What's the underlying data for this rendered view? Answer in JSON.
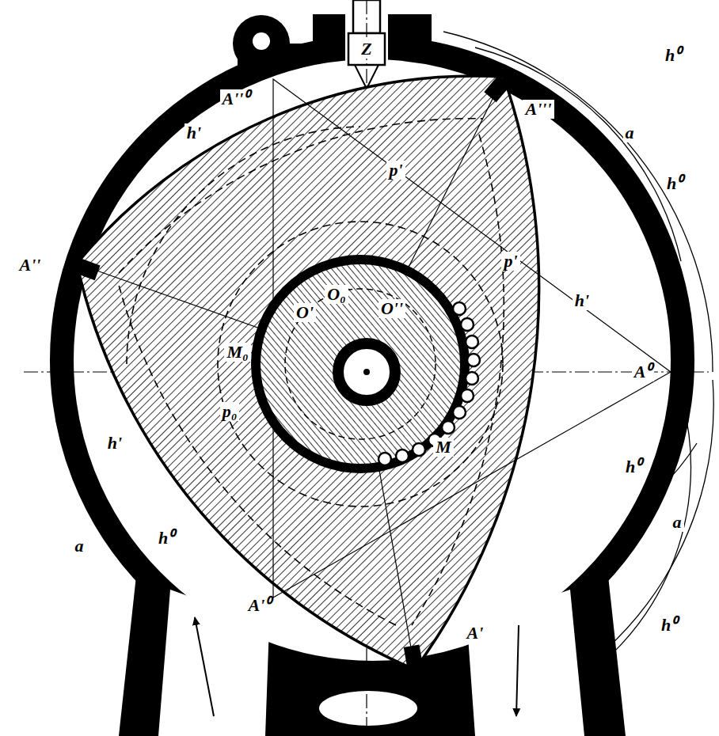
{
  "diagram": {
    "labels": [
      "Z",
      "h⁰",
      "h'",
      "A''⁰",
      "A'''",
      "p'",
      "a",
      "h⁰",
      "O'",
      "O₀",
      "O''",
      "p'",
      "h'",
      "A''",
      "M₀",
      "A⁰",
      "p₀",
      "M",
      "h⁰",
      "h'",
      "a",
      "h⁰",
      "a",
      "h⁰",
      "A'⁰",
      "A'"
    ]
  }
}
